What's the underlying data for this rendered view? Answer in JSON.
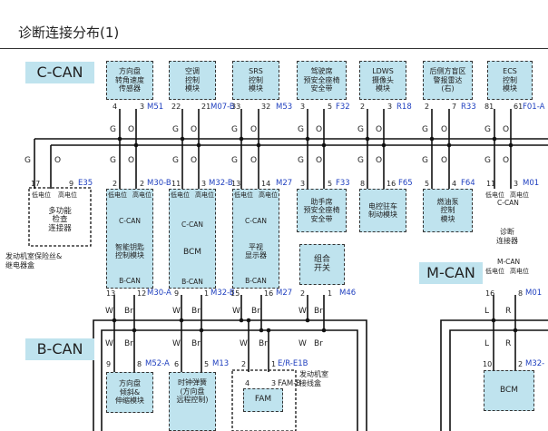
{
  "title": "诊断连接分布(1)",
  "networks": {
    "ccan": "C-CAN",
    "bcan": "B-CAN",
    "mcan": "M-CAN"
  },
  "wire_colors": {
    "g": "G",
    "o": "O",
    "w": "W",
    "br": "Br",
    "l": "L",
    "r": "R"
  },
  "top_modules": [
    {
      "name": "方向盘\n转角速度\n传感器",
      "pin_g": "4",
      "pin_o": "3",
      "code": "M51"
    },
    {
      "name": "空调\n控制\n模块",
      "pin_g": "22",
      "pin_o": "21",
      "code": "M07-B"
    },
    {
      "name": "SRS\n控制\n模块",
      "pin_g": "33",
      "pin_o": "32",
      "code": "M53"
    },
    {
      "name": "驾驶席\n预安全座椅\n安全带",
      "pin_g": "3",
      "pin_o": "5",
      "code": "F32"
    },
    {
      "name": "LDWS\n摄像头\n模块",
      "pin_g": "2",
      "pin_o": "3",
      "code": "R18"
    },
    {
      "name": "后侧方盲区\n警报雷达\n(右)",
      "pin_g": "2",
      "pin_o": "7",
      "code": "R33"
    },
    {
      "name": "ECS\n控制\n模块",
      "pin_g": "81",
      "pin_o": "61",
      "code": "F01-A"
    }
  ],
  "mid_modules": [
    {
      "pin_g": "2",
      "pin_o": "2",
      "code": "M30-B",
      "can_low": "低电位",
      "can_high": "高电位",
      "bus_label": "C-CAN",
      "name": "智能钥匙\n控制模块"
    },
    {
      "pin_g": "11",
      "pin_o": "3",
      "code": "M32-B",
      "can_low": "低电位",
      "can_high": "高电位",
      "bus_label": "C-CAN",
      "name": "BCM"
    },
    {
      "pin_g": "13",
      "pin_o": "14",
      "code": "M27",
      "can_low": "低电位",
      "can_high": "高电位",
      "bus_label": "C-CAN",
      "name": "平视\n显示器"
    },
    {
      "pin_g": "3",
      "pin_o": "5",
      "code": "F33",
      "name": "助手席\n预安全座椅\n安全带"
    },
    {
      "pin_g": "8",
      "pin_o": "16",
      "code": "F65",
      "name": "电控驻车\n制动模块"
    },
    {
      "pin_g": "5",
      "pin_o": "4",
      "code": "F64",
      "name": "燃油泵\n控制\n模块"
    },
    {
      "pin_g": "11",
      "pin_o": "3",
      "code": "M01",
      "can_low": "低电位",
      "can_high": "高电位",
      "bus_label": "C-CAN",
      "name": "诊断\n连接器"
    }
  ],
  "engine_fuse_box": {
    "pin_g": "17",
    "pin_o": "9",
    "code": "E35",
    "can_low": "低电位",
    "can_high": "高电位",
    "name": "多功能\n检查\n连接器",
    "caption": "发动机室保险丝&\n继电器盒"
  },
  "bcan_sides": [
    {
      "label": "B-CAN",
      "pin_w": "13",
      "pin_br": "12",
      "code": "M30-A"
    },
    {
      "label": "B-CAN",
      "pin_w": "9",
      "pin_br": "1",
      "code": "M32-B"
    },
    {
      "label": "B-CAN",
      "pin_w": "15",
      "pin_br": "16",
      "code": "M27"
    }
  ],
  "combo_switch": {
    "name": "组合\n开关",
    "pin_w": "2",
    "pin_br": "1",
    "code": "M46"
  },
  "diag_mcan": {
    "label": "M-CAN",
    "can_low": "低电位",
    "can_high": "高电位",
    "pin_l": "16",
    "pin_r": "8",
    "code": "M01"
  },
  "bottom_modules": [
    {
      "pin_w": "9",
      "pin_br": "8",
      "code": "M52-A",
      "name": "方向盘\n倾斜&\n伸缩模块"
    },
    {
      "pin_w": "6",
      "pin_br": "5",
      "code": "M13",
      "name": "时钟弹簧\n(方向盘\n远程控制)"
    },
    {
      "pin_w": "2",
      "pin_br": "1",
      "code": "E/R-E1B",
      "name": "FAM",
      "inner_pin_a": "4",
      "inner_pin_b": "3",
      "inner_code": "FAM-B",
      "caption": "发动机室\n接线盒"
    }
  ],
  "bcm_right": {
    "name": "BCM",
    "pin_l": "10",
    "pin_r": "2",
    "code": "M32-"
  }
}
